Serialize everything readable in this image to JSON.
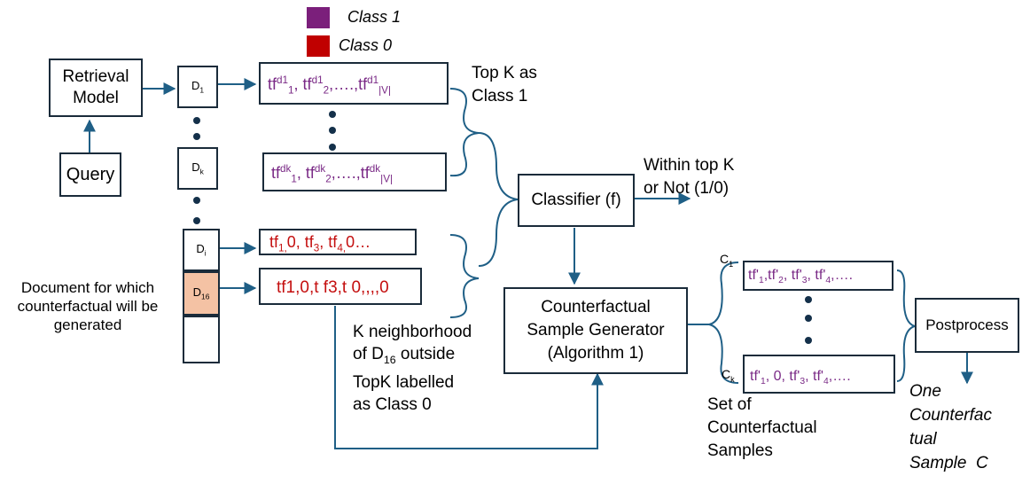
{
  "legend": {
    "class1": {
      "label": "Class 1",
      "color": "#7b1f7b"
    },
    "class0": {
      "label": "Class 0",
      "color": "#c00000"
    }
  },
  "retrieval_model": "Retrieval\nModel",
  "query": "Query",
  "docs": {
    "d1": {
      "base": "D",
      "sub": "1"
    },
    "dk": {
      "base": "D",
      "sub": "k"
    },
    "di": {
      "base": "D",
      "sub": "i"
    },
    "d16": {
      "base": "D",
      "sub": "16"
    }
  },
  "vectors": {
    "v1": {
      "t1": "tf",
      "s1": "d1",
      "b1": "1",
      "t2": ", tf",
      "s2": "d1",
      "b2": "2",
      "t3": ",….,tf",
      "s3": "d1",
      "b3": "|V|"
    },
    "vk": {
      "t1": "tf",
      "s1": "dk",
      "b1": "1",
      "t2": ", tf",
      "s2": "dk",
      "b2": "2",
      "t3": ",….,tf",
      "s3": "dk",
      "b3": "|V|"
    },
    "vi": {
      "p1": "tf",
      "b1": "1,",
      "p2": "0, tf",
      "b2": "3",
      "p3": ", tf",
      "b3": "4,",
      "p4": "0…"
    },
    "v16": "tf1,0,t f3,t 0,,,,0"
  },
  "top_k": "Top K as\nClass 1",
  "classifier": "Classifier (f)",
  "within_top_k": "Within top K\nor Not (1/0)",
  "document_note": "Document for which\ncounterfactual will be\ngenerated",
  "k_neighborhood": {
    "line1": "K neighborhood",
    "line2_a": "of D",
    "line2_sub": "16",
    "line2_b": " outside",
    "line3": "TopK labelled",
    "line4": "as Class 0"
  },
  "generator": "Counterfactual\nSample Generator\n(Algorithm 1)",
  "c1_label": {
    "base": "C",
    "sub": "1"
  },
  "ck_label": {
    "base": "C",
    "sub": "k"
  },
  "cf1": {
    "a": "tf'",
    "b": "1",
    "c": ",tf'",
    "d": "2",
    "e": ", tf'",
    "f": "3",
    "g": ", tf'",
    "h": "4",
    "i": ",…."
  },
  "cfk": {
    "a": "tf'",
    "b": "1",
    "c": ", 0, tf'",
    "d": "3",
    "e": ", tf'",
    "f": "4",
    "g": ",…."
  },
  "set_label": "Set of\nCounterfactual\nSamples",
  "postprocess": "Postprocess",
  "output": "One\nCounterfac\ntual\nSample  C"
}
